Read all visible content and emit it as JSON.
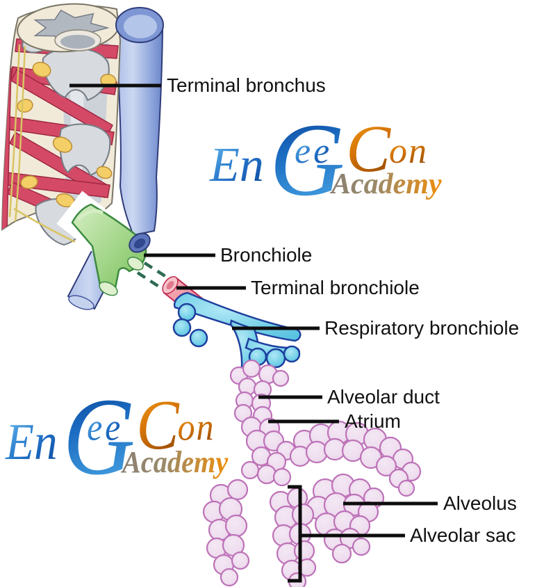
{
  "diagram": {
    "labels": [
      {
        "text": "Terminal bronchus"
      },
      {
        "text": "Bronchiole"
      },
      {
        "text": "Terminal bronchiole"
      },
      {
        "text": "Respiratory bronchiole"
      },
      {
        "text": "Alveolar duct"
      },
      {
        "text": "Atrium"
      },
      {
        "text": "Alveolus"
      },
      {
        "text": "Alveolar sac"
      }
    ]
  },
  "watermark": {
    "en": "En",
    "g": "G",
    "ee": "ee",
    "c": "C",
    "on": "on",
    "academy": "Academy"
  },
  "colors": {
    "bronchus_tube_blue": "#8fa6dc",
    "bronchiole_green": "#8cc96a",
    "terminal_bronchiole_red": "#ef93a0",
    "respiratory_bronchiole_cyan": "#74d0e8",
    "alveoli_pink": "#eedcee",
    "alveoli_outline": "#bd72b8",
    "cartilage_gray": "#d7dade",
    "muscle_red": "#d44a66",
    "gland_yellow": "#f4cf68",
    "wall_cream": "#f1ead9",
    "label_color": "#111111"
  }
}
